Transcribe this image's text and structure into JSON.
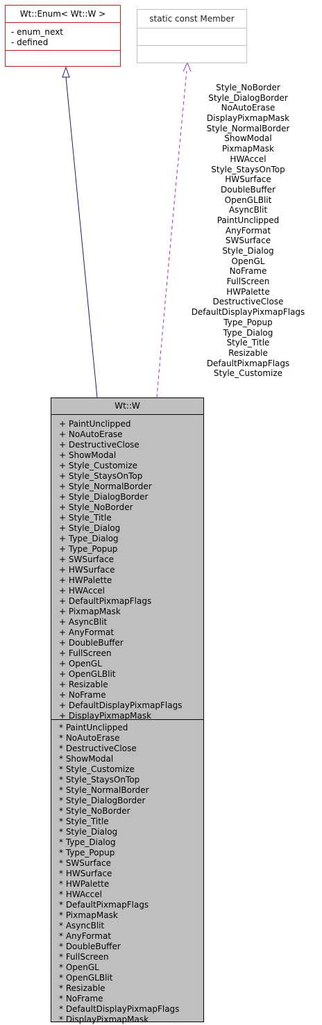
{
  "enum_class": {
    "title": "Wt::Enum< Wt::W >",
    "attributes": [
      "- enum_next",
      "- defined"
    ]
  },
  "member_class": {
    "title": "static const Member"
  },
  "w_class": {
    "title": "Wt::W",
    "attributes": [
      "+ PaintUnclipped",
      "+ NoAutoErase",
      "+ DestructiveClose",
      "+ ShowModal",
      "+ Style_Customize",
      "+ Style_StaysOnTop",
      "+ Style_NormalBorder",
      "+ Style_DialogBorder",
      "+ Style_NoBorder",
      "+ Style_Title",
      "+ Style_Dialog",
      "+ Type_Dialog",
      "+ Type_Popup",
      "+ SWSurface",
      "+ HWSurface",
      "+ HWPalette",
      "+ HWAccel",
      "+ DefaultPixmapFlags",
      "+ PixmapMask",
      "+ AsyncBlit",
      "+ AnyFormat",
      "+ DoubleBuffer",
      "+ FullScreen",
      "+ OpenGL",
      "+ OpenGLBlit",
      "+ Resizable",
      "+ NoFrame",
      "+ DefaultDisplayPixmapFlags",
      "+ DisplayPixmapMask"
    ],
    "operations": [
      "* PaintUnclipped",
      "* NoAutoErase",
      "* DestructiveClose",
      "* ShowModal",
      "* Style_Customize",
      "* Style_StaysOnTop",
      "* Style_NormalBorder",
      "* Style_DialogBorder",
      "* Style_NoBorder",
      "* Style_Title",
      "* Style_Dialog",
      "* Type_Dialog",
      "* Type_Popup",
      "* SWSurface",
      "* HWSurface",
      "* HWPalette",
      "* HWAccel",
      "* DefaultPixmapFlags",
      "* PixmapMask",
      "* AsyncBlit",
      "* AnyFormat",
      "* DoubleBuffer",
      "* FullScreen",
      "* OpenGL",
      "* OpenGLBlit",
      "* Resizable",
      "* NoFrame",
      "* DefaultDisplayPixmapFlags",
      "* DisplayPixmapMask"
    ]
  },
  "edge_labels": [
    "Style_NoBorder",
    "Style_DialogBorder",
    "NoAutoErase",
    "DisplayPixmapMask",
    "Style_NormalBorder",
    "ShowModal",
    "PixmapMask",
    "HWAccel",
    "Style_StaysOnTop",
    "HWSurface",
    "DoubleBuffer",
    "OpenGLBlit",
    "AsyncBlit",
    "PaintUnclipped",
    "AnyFormat",
    "SWSurface",
    "Style_Dialog",
    "OpenGL",
    "NoFrame",
    "FullScreen",
    "HWPalette",
    "DestructiveClose",
    "DefaultDisplayPixmapFlags",
    "Type_Popup",
    "Type_Dialog",
    "Style_Title",
    "Resizable",
    "DefaultPixmapFlags",
    "Style_Customize"
  ],
  "colors": {
    "inheritance_edge": "#191970",
    "usage_edge": "#9a32cd",
    "template_border": "#b22222",
    "class_fill": "#bfbfbf"
  }
}
